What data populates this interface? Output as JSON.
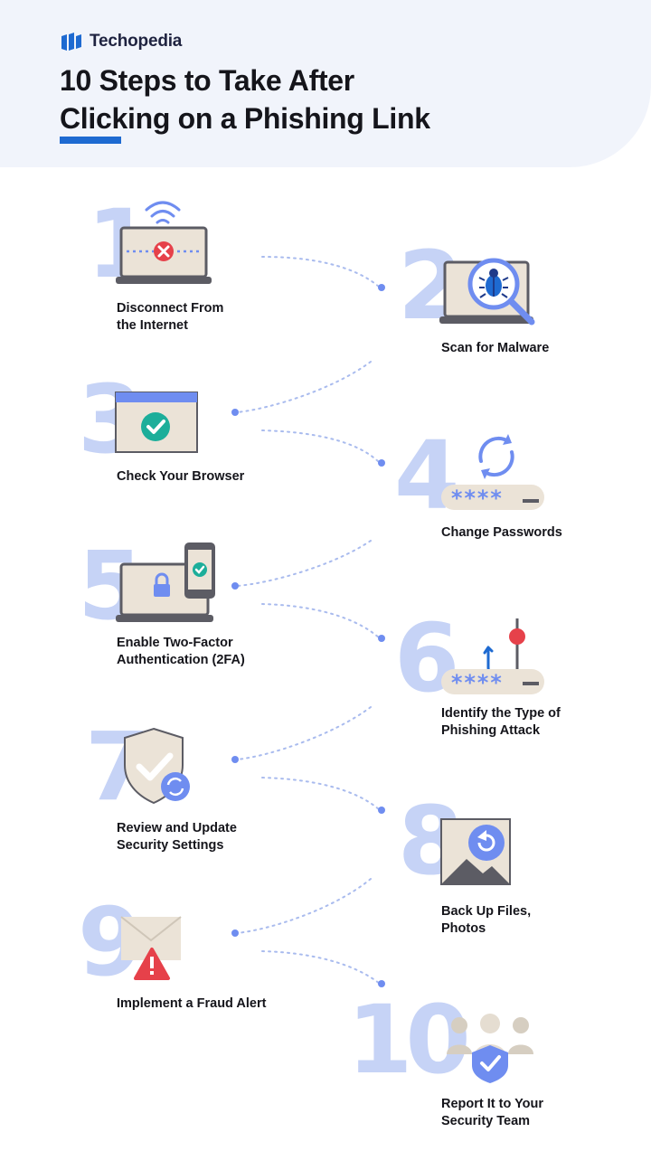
{
  "brand": {
    "name": "Techopedia"
  },
  "title": {
    "line1": "10 Steps to Take After",
    "line2": "Clicking on a Phishing Link"
  },
  "colors": {
    "accent_blue": "#1e6ad1",
    "number_tint": "#c6d3f6",
    "icon_beige": "#ebe3d7",
    "icon_dark": "#5c5c64",
    "alert_red": "#e6414a",
    "success_teal": "#1cae9a",
    "icon_blue": "#6f8df0"
  },
  "steps": [
    {
      "number": "1",
      "label_lines": [
        "Disconnect From",
        "the Internet"
      ],
      "icon": "laptop-wifi-disconnected-icon"
    },
    {
      "number": "2",
      "label_lines": [
        "Scan for Malware"
      ],
      "icon": "laptop-magnifier-bug-icon"
    },
    {
      "number": "3",
      "label_lines": [
        "Check Your Browser"
      ],
      "icon": "browser-checkmark-icon"
    },
    {
      "number": "4",
      "label_lines": [
        "Change Passwords"
      ],
      "icon": "password-refresh-icon"
    },
    {
      "number": "5",
      "label_lines": [
        "Enable Two-Factor",
        "Authentication (2FA)"
      ],
      "icon": "laptop-lock-phone-icon"
    },
    {
      "number": "6",
      "label_lines": [
        "Identify the Type of",
        "Phishing Attack"
      ],
      "icon": "password-fishhook-icon"
    },
    {
      "number": "7",
      "label_lines": [
        "Review and Update",
        "Security Settings"
      ],
      "icon": "shield-refresh-icon"
    },
    {
      "number": "8",
      "label_lines": [
        "Back Up Files,",
        "Photos"
      ],
      "icon": "photo-backup-icon"
    },
    {
      "number": "9",
      "label_lines": [
        "Implement a Fraud Alert"
      ],
      "icon": "envelope-alert-icon"
    },
    {
      "number": "10",
      "label_lines": [
        "Report It to Your",
        "Security Team"
      ],
      "icon": "team-shield-icon"
    }
  ]
}
